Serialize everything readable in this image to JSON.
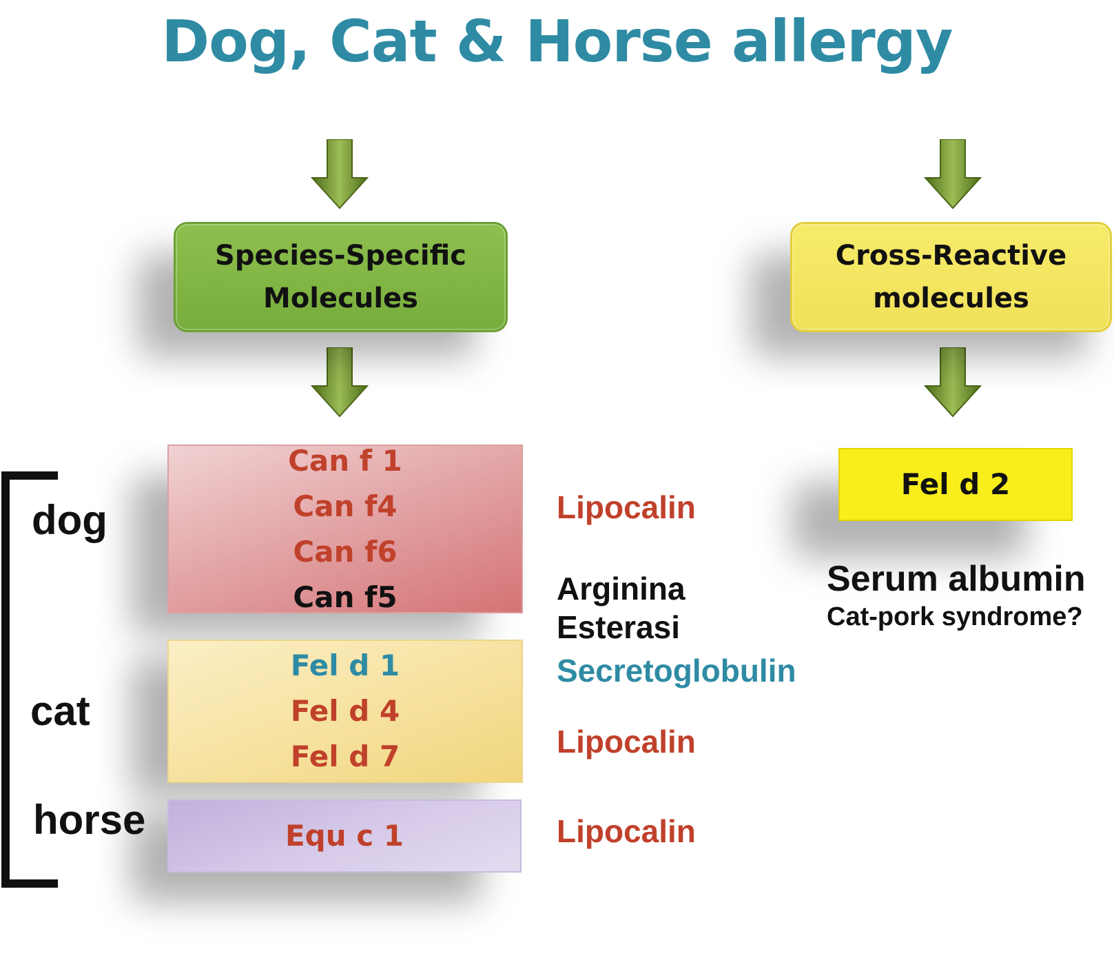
{
  "title": "Dog, Cat & Horse allergy",
  "left_branch": {
    "label_line1": "Species-Specific",
    "label_line2": "Molecules",
    "color": "#7fb444"
  },
  "right_branch": {
    "label_line1": "Cross-Reactive",
    "label_line2": "molecules",
    "color": "#f3e55f"
  },
  "species": {
    "dog": "dog",
    "cat": "cat",
    "horse": "horse"
  },
  "dog_allergens": [
    "Can f 1",
    "Can f4",
    "Can f6",
    "Can f5"
  ],
  "cat_allergens": [
    "Fel d 1",
    "Fel d 4",
    "Fel d 7"
  ],
  "horse_allergens": [
    "Equ c 1"
  ],
  "families": {
    "dog_lipocalin": "Lipocalin",
    "dog_esterase_line1": "Arginina",
    "dog_esterase_line2": "Esterasi",
    "cat_secretoglobulin": "Secretoglobulin",
    "cat_lipocalin": "Lipocalin",
    "horse_lipocalin": "Lipocalin"
  },
  "cross_reactive": {
    "allergen": "Fel d 2",
    "family": "Serum albumin",
    "note": "Cat-pork syndrome?"
  },
  "colors": {
    "title": "#2f8ba4",
    "red_text": "#c0412b",
    "teal_text": "#2f8ba4",
    "arrow": "#6e8f2a"
  }
}
